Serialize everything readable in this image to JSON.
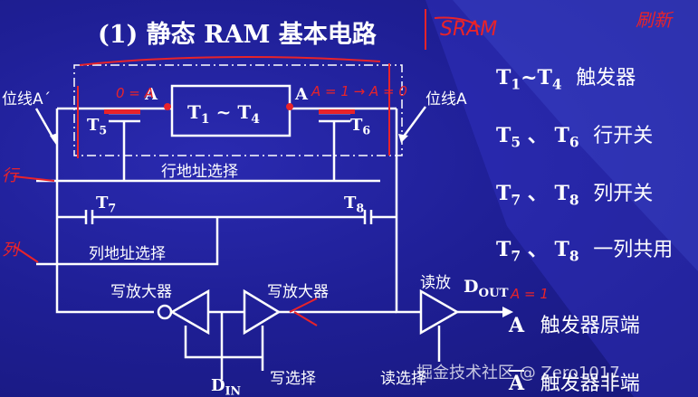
{
  "title": "(1) 静态 RAM 基本电路",
  "circuit": {
    "bitline_left": "位线A´",
    "bitline_right": "位线A",
    "flipflop": {
      "t": "T",
      "s1": "1",
      "sep": "~",
      "s2": "4"
    },
    "node_a_left": "A",
    "node_a_right": "A",
    "t5": {
      "t": "T",
      "s": "5"
    },
    "t6": {
      "t": "T",
      "s": "6"
    },
    "t7": {
      "t": "T",
      "s": "7"
    },
    "t8": {
      "t": "T",
      "s": "8"
    },
    "row_select": "行地址选择",
    "col_select": "列地址选择",
    "write_amp_left": "写放大器",
    "write_amp_right": "写放大器",
    "read_amp": "读放",
    "dout": {
      "t": "D",
      "s": "OUT"
    },
    "din": {
      "t": "D",
      "s": "IN"
    },
    "write_select": "写选择",
    "read_select": "读选择"
  },
  "legend": [
    {
      "t1": "T",
      "s1": "1",
      "sep": "~",
      "t2": "T",
      "s2": "4",
      "desc": "触发器"
    },
    {
      "t1": "T",
      "s1": "5",
      "sep": "、",
      "t2": "T",
      "s2": "6",
      "desc": "行开关"
    },
    {
      "t1": "T",
      "s1": "7",
      "sep": "、",
      "t2": "T",
      "s2": "8",
      "desc": "列开关"
    },
    {
      "t1": "T",
      "s1": "7",
      "sep": "、",
      "t2": "T",
      "s2": "8",
      "desc": "一列共用"
    }
  ],
  "legend_a": {
    "letter": "A",
    "desc": "触发器原端"
  },
  "legend_a2": {
    "letter": "A",
    "desc": "触发器非端"
  },
  "annotations": {
    "sram": "SRAM",
    "a_left": "0 = A",
    "a_right": "A = 1 → A = 0",
    "a_out": "A = 1",
    "row": "行",
    "col": "列",
    "tag": "刷新",
    "wm_brand": "掘金技术社区",
    "wm_user": "@ Zero1017"
  },
  "colors": {
    "background": "#1f1f96",
    "line": "#ffffff",
    "annotation": "#e8232a"
  }
}
